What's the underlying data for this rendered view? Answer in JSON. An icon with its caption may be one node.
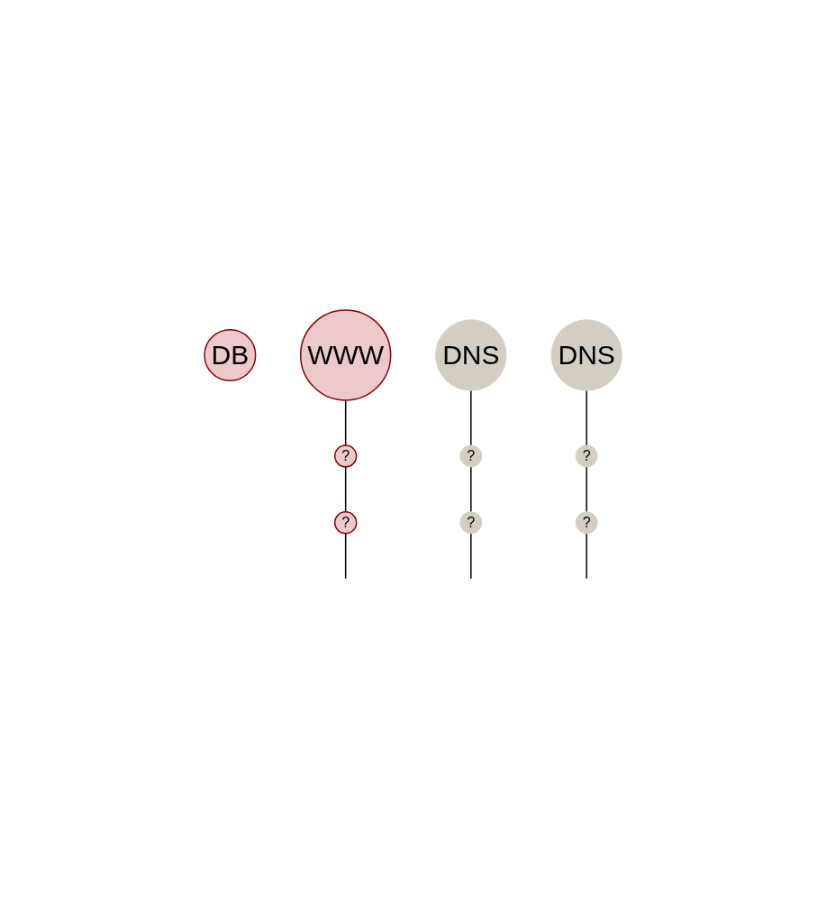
{
  "diagram": {
    "nodes": [
      {
        "text": [
          "DB"
        ]
      },
      {
        "text": [
          "WWW"
        ]
      },
      {
        "text": [
          "?"
        ]
      },
      {
        "text": [
          "?"
        ]
      },
      {
        "text": [
          "DNS"
        ]
      },
      {
        "text": [
          "DNS"
        ]
      },
      {
        "text": [
          "?"
        ]
      },
      {
        "text": [
          "?"
        ]
      },
      {
        "text": [
          "?"
        ]
      },
      {
        "text": [
          "?"
        ]
      }
    ],
    "edges": [
      {
        "from": 1,
        "to": 2,
        "arrow": "none"
      },
      {
        "from": 2,
        "to": 3,
        "arrow": "none"
      },
      {
        "from": 3,
        "to": null,
        "arrow": "none"
      },
      {
        "from": 4,
        "to": 6,
        "arrow": "none"
      },
      {
        "from": 6,
        "to": 7,
        "arrow": "none"
      },
      {
        "from": 7,
        "to": null,
        "arrow": "none"
      },
      {
        "from": 5,
        "to": 8,
        "arrow": "none"
      },
      {
        "from": 8,
        "to": 9,
        "arrow": "none"
      },
      {
        "from": 9,
        "to": null,
        "arrow": "none"
      }
    ]
  }
}
